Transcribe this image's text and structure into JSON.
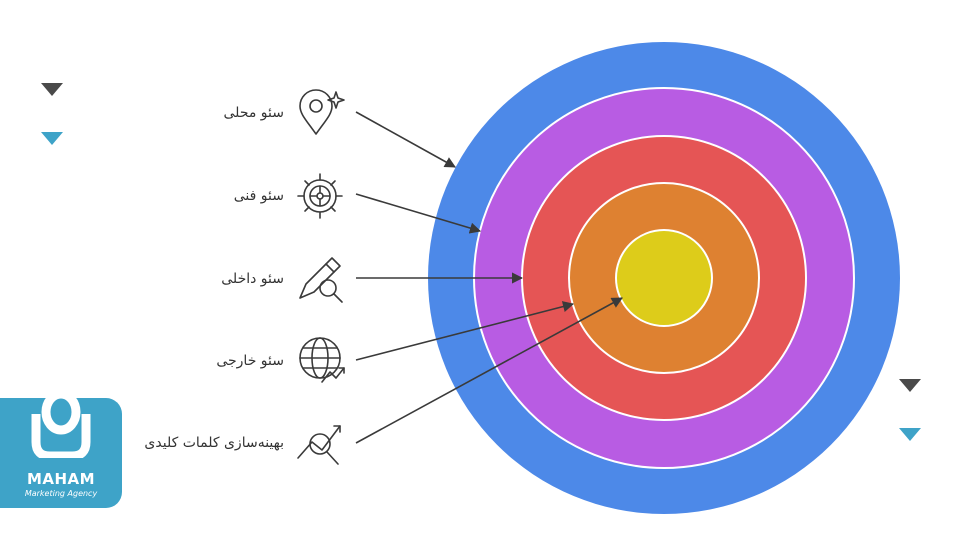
{
  "items": [
    {
      "label": "سئو محلی",
      "icon": "location-sparkle-icon"
    },
    {
      "label": "سئو فنی",
      "icon": "gear-icon"
    },
    {
      "label": "سئو داخلی",
      "icon": "pencil-search-icon"
    },
    {
      "label": "سئو خارجی",
      "icon": "globe-growth-icon"
    },
    {
      "label": "بهینه‌سازی کلمات کلیدی",
      "icon": "chart-search-icon"
    }
  ],
  "rings": [
    "#4d89e8",
    "#b85ce3",
    "#e55555",
    "#de8131",
    "#ddcc1a"
  ],
  "logo": {
    "name": "MAHAM",
    "subtitle": "Marketing Agency"
  },
  "colors": {
    "accent": "#3ea3c8",
    "dark": "#4a4a4a"
  }
}
